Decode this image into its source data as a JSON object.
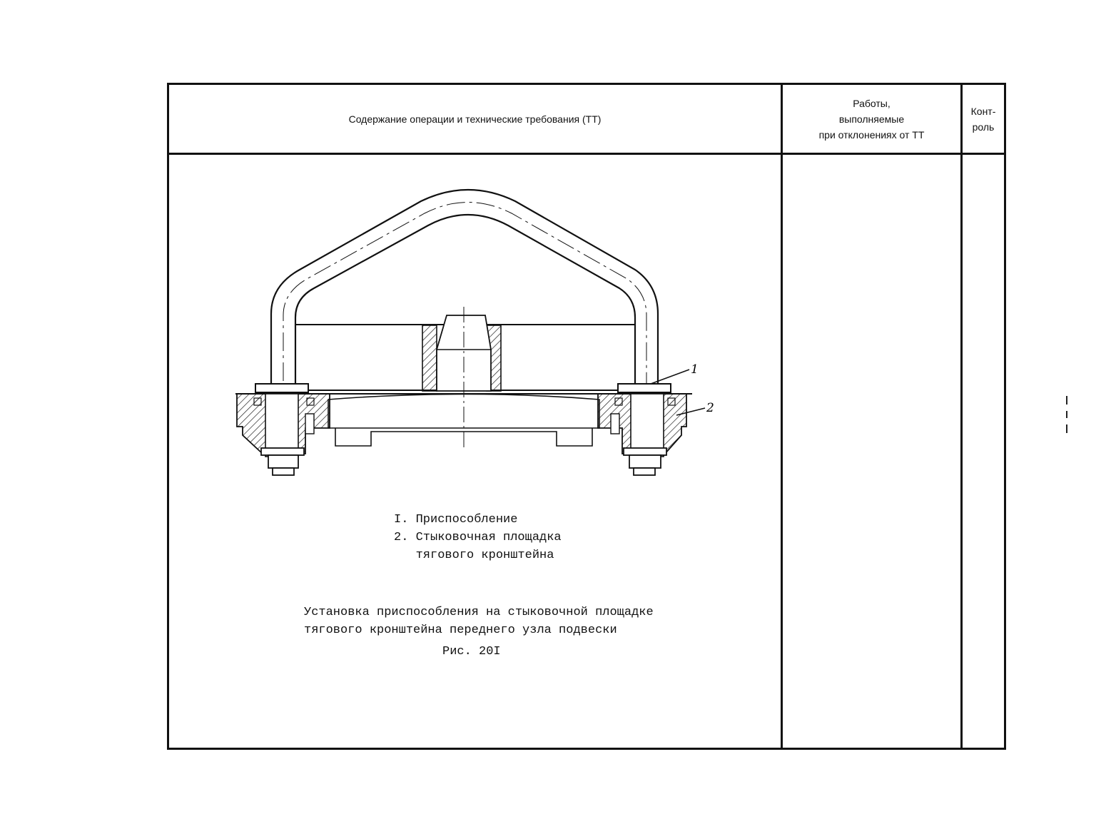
{
  "header": {
    "col1": "Содержание операции и технические требования (ТТ)",
    "col2_line1": "Работы,",
    "col2_line2": "выполняемые",
    "col2_line3": "при отклонениях от ТТ",
    "col3_line1": "Конт-",
    "col3_line2": "роль"
  },
  "drawing": {
    "callout_1": "1",
    "callout_2": "2"
  },
  "legend": {
    "item1": "I. Приспособление",
    "item2": "2. Стыковочная площадка",
    "item2_cont": "   тягового кронштейна"
  },
  "caption": {
    "line1": "Установка приспособления на стыковочной площадке",
    "line2": "тягового кронштейна переднего узла подвески",
    "figure": "Рис. 20I"
  }
}
